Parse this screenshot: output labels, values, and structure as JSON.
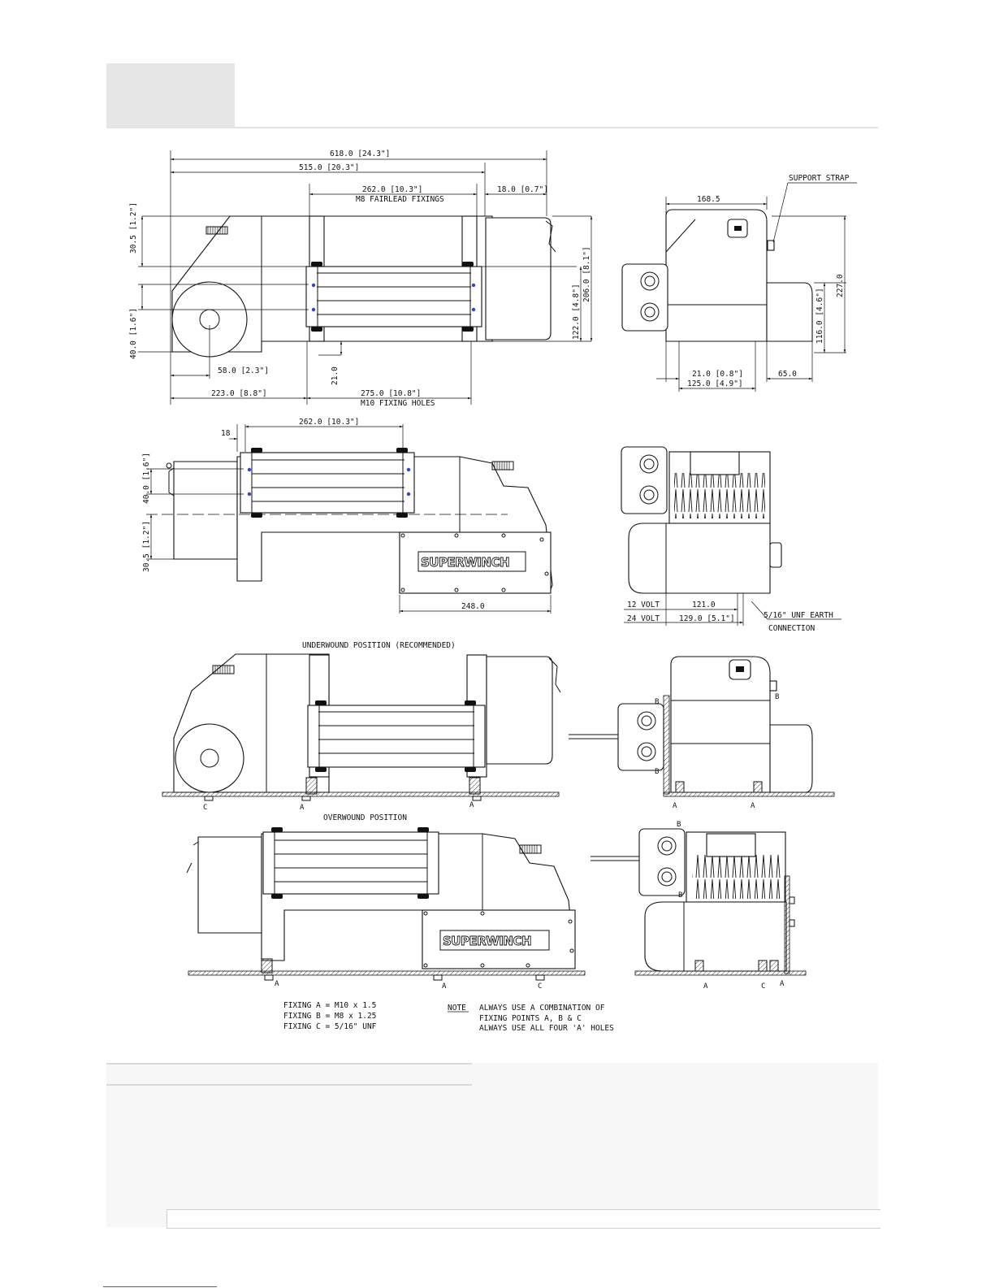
{
  "top_view_dims": {
    "overall": "618.0 [24.3\"]",
    "body": "515.0 [20.3\"]",
    "fairlead_spacing": "262.0 [10.3\"]",
    "fairlead_note": "M8 FAIRLEAD FIXINGS",
    "right_offset": "18.0 [0.7\"]",
    "left_vertical_top": "30.5 [1.2\"]",
    "left_vertical_bottom": "40.0 [1.6\"]",
    "right_vertical_inner": "122.0 [4.8\"]",
    "right_vertical_outer": "206.0 [8.1\"]",
    "drum_offset": "58.0 [2.3\"]",
    "foot_height": "21.0",
    "left_span": "223.0 [8.8\"]",
    "hole_spacing": "275.0 [10.8\"]",
    "hole_note": "M10 FIXING HOLES"
  },
  "end_view_dims": {
    "width": "168.5",
    "support_strap": "SUPPORT STRAP",
    "height": "227.0",
    "motor_height": "116.0 [4.6\"]",
    "foot_offset": "21.0 [0.8\"]",
    "foot_span": "125.0 [4.9\"]",
    "motor_offset": "65.0"
  },
  "side_view_dims": {
    "small_offset": "18",
    "fairlead_spacing": "262.0 [10.3\"]",
    "upper": "40.0 [1.6\"]",
    "lower": "30.5 [1.2\"]",
    "box_length": "248.0",
    "brand": "SUPERWINCH"
  },
  "voltage_dims": {
    "v12_label": "12 VOLT",
    "v12_value": "121.0",
    "v24_label": "24 VOLT",
    "v24_value": "129.0 [5.1\"]",
    "earth_line1": "5/16\" UNF EARTH",
    "earth_line2": "CONNECTION"
  },
  "mounting": {
    "underwound_title": "UNDERWOUND POSITION (RECOMMENDED)",
    "overwound_title": "OVERWOUND POSITION",
    "point_a": "A",
    "point_b": "B",
    "point_c": "C"
  },
  "fixings": {
    "a": "FIXING A = M10 x 1.5",
    "b": "FIXING B = M8 x 1.25",
    "c": "FIXING C = 5/16\" UNF"
  },
  "note": {
    "label": "NOTE",
    "line1": "ALWAYS USE A COMBINATION OF",
    "line2": "FIXING POINTS A, B & C",
    "line3": "ALWAYS USE ALL FOUR 'A' HOLES"
  }
}
